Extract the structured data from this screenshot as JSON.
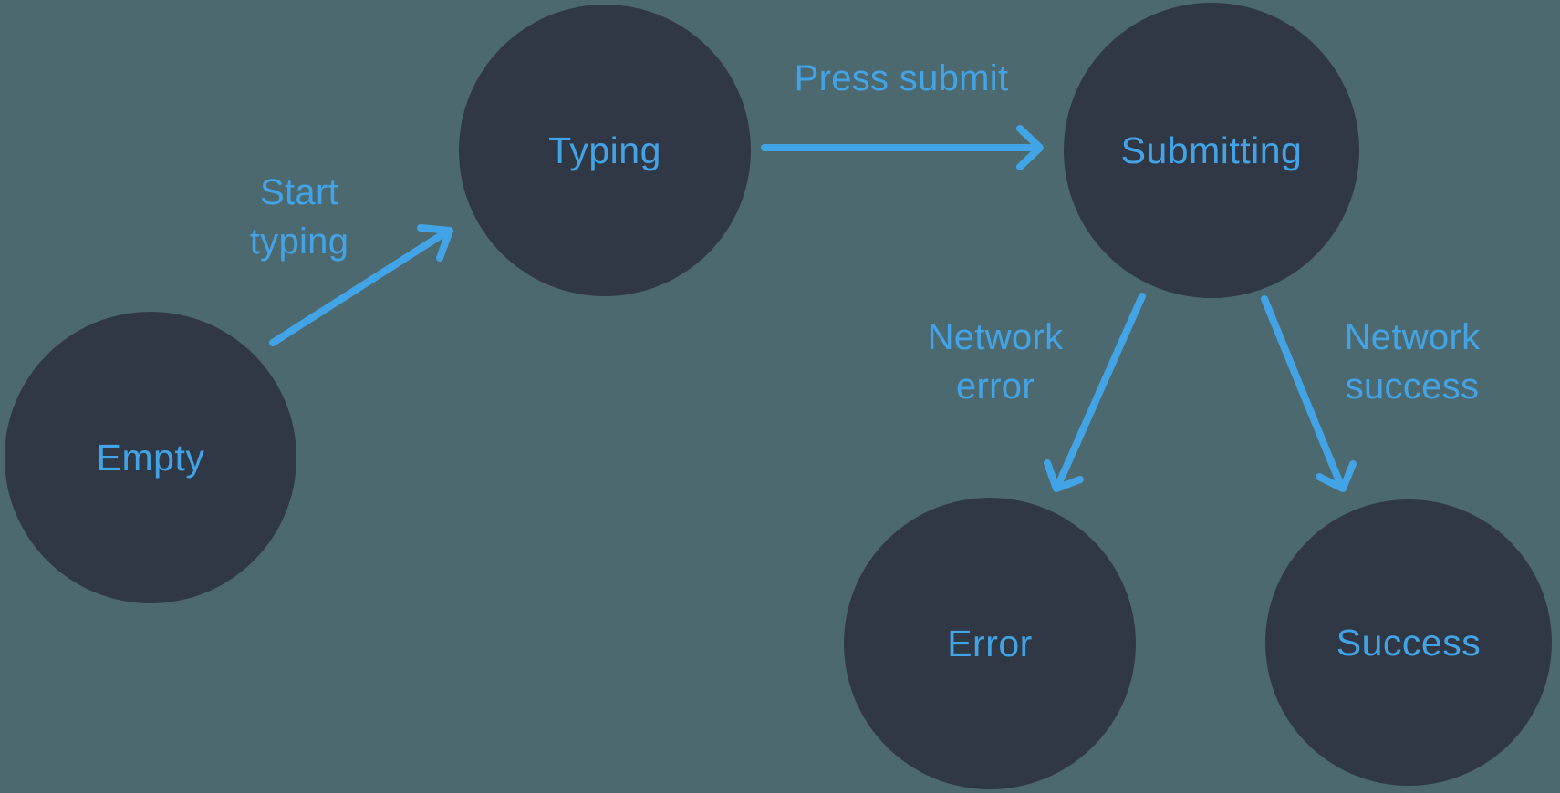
{
  "colors": {
    "background": "#4C6970",
    "node_fill": "#313845",
    "accent": "#42A4E6"
  },
  "nodes": [
    {
      "id": "empty",
      "label": "Empty"
    },
    {
      "id": "typing",
      "label": "Typing"
    },
    {
      "id": "submitting",
      "label": "Submitting"
    },
    {
      "id": "error",
      "label": "Error"
    },
    {
      "id": "success",
      "label": "Success"
    }
  ],
  "edges": [
    {
      "from": "empty",
      "to": "typing",
      "label": "Start\ntyping"
    },
    {
      "from": "typing",
      "to": "submitting",
      "label": "Press submit"
    },
    {
      "from": "submitting",
      "to": "error",
      "label": "Network\nerror"
    },
    {
      "from": "submitting",
      "to": "success",
      "label": "Network\nsuccess"
    }
  ]
}
